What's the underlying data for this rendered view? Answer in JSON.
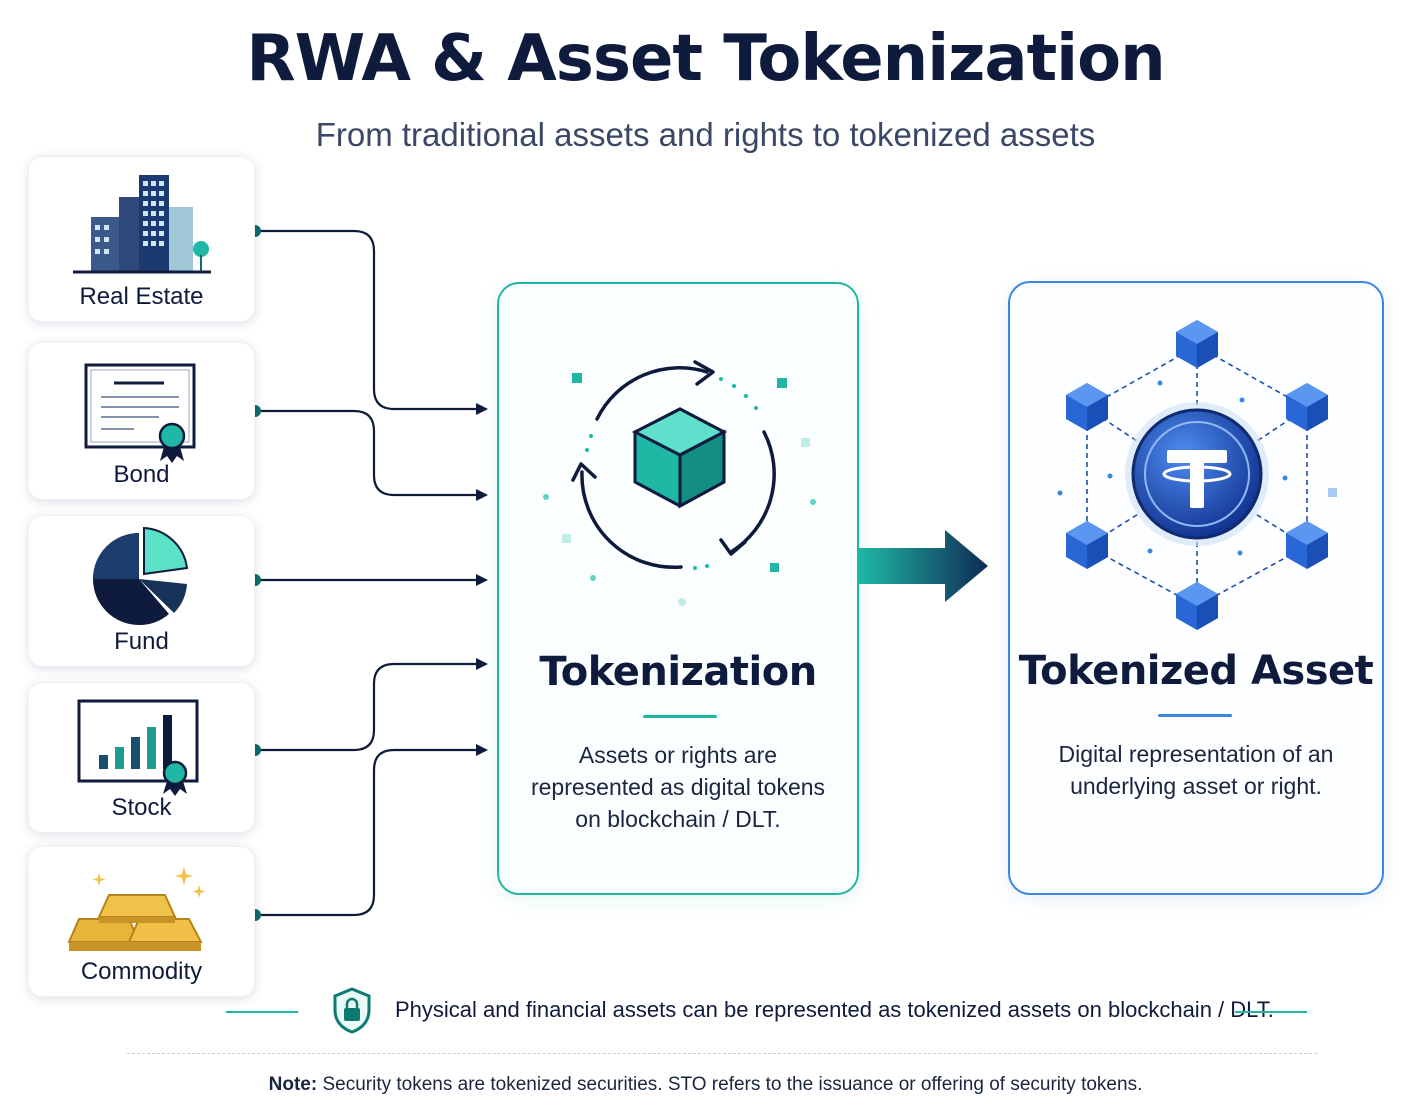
{
  "title": "RWA & Asset Tokenization",
  "subtitle": "From traditional assets and rights to tokenized assets",
  "assets": [
    {
      "label": "Real Estate",
      "icon": "building-icon"
    },
    {
      "label": "Bond",
      "icon": "certificate-icon"
    },
    {
      "label": "Fund",
      "icon": "pie-chart-icon"
    },
    {
      "label": "Stock",
      "icon": "bar-chart-icon"
    },
    {
      "label": "Commodity",
      "icon": "gold-bars-icon"
    }
  ],
  "tokenization": {
    "title": "Tokenization",
    "description": "Assets or rights are represented as digital tokens on blockchain / DLT."
  },
  "tokenized_asset": {
    "title": "Tokenized Asset",
    "description": "Digital representation of an underlying asset or right."
  },
  "info": "Physical and financial assets can be represented as tokenized assets on blockchain / DLT.",
  "note": {
    "label": "Note:",
    "text": "Security tokens are tokenized securities. STO refers to the issuance or offering of security tokens."
  },
  "colors": {
    "navy": "#0f1b3d",
    "teal": "#1fb8a4",
    "blue": "#3a86e0"
  }
}
